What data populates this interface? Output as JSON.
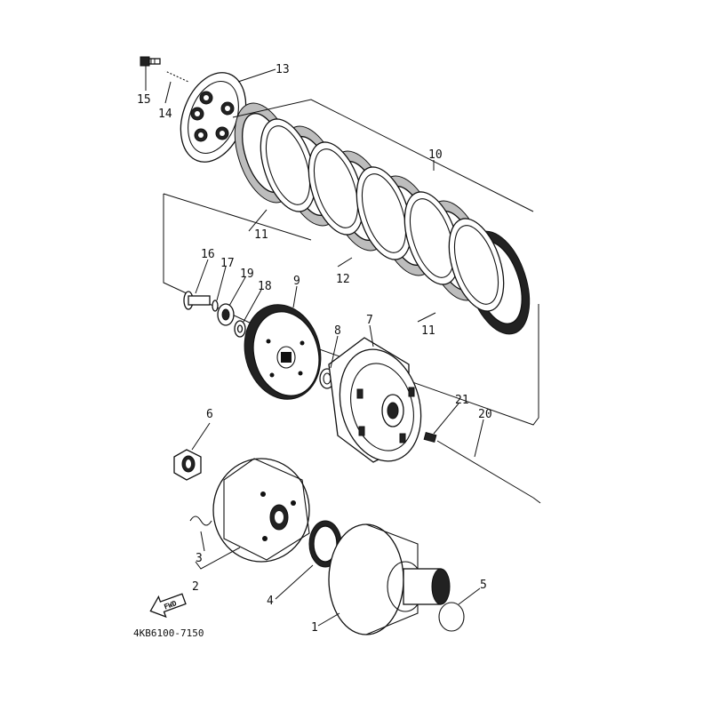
{
  "diagram": {
    "part_code": "4KB6100-7150",
    "fwd_arrow": "FWD",
    "callouts": {
      "c1": "1",
      "c2": "2",
      "c3": "3",
      "c4": "4",
      "c5": "5",
      "c6": "6",
      "c7": "7",
      "c8": "8",
      "c9": "9",
      "c10": "10",
      "c11a": "11",
      "c11b": "11",
      "c12": "12",
      "c13": "13",
      "c14": "14",
      "c15": "15",
      "c16": "16",
      "c17": "17",
      "c18": "18",
      "c19": "19",
      "c20": "20",
      "c21": "21"
    }
  }
}
